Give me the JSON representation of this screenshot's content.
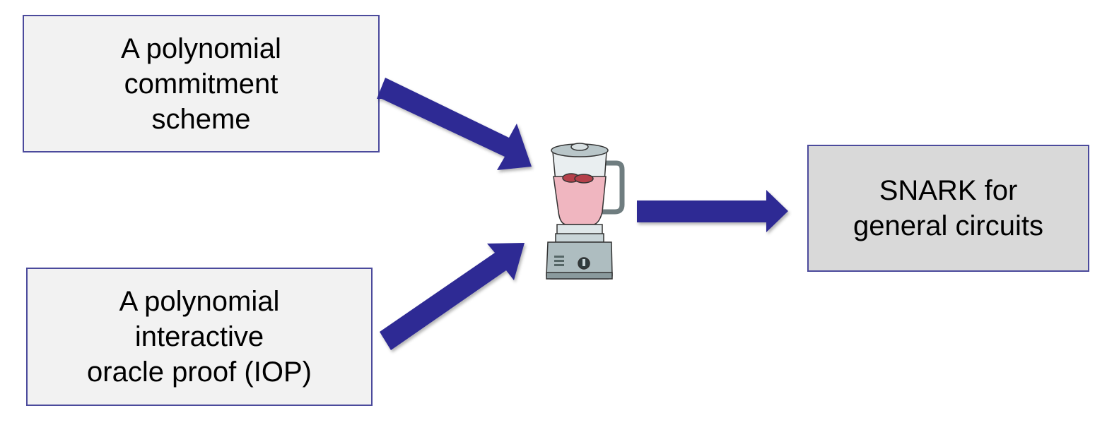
{
  "diagram": {
    "inputs": [
      {
        "lines": [
          "A polynomial",
          "commitment",
          "scheme"
        ]
      },
      {
        "lines": [
          "A polynomial",
          "interactive",
          "oracle proof (IOP)"
        ]
      }
    ],
    "combiner": {
      "icon": "blender-icon"
    },
    "output": {
      "lines": [
        "SNARK for",
        "general circuits"
      ]
    },
    "colors": {
      "arrow": "#2e2a94",
      "box_border": "#4b4a9c",
      "input_fill": "#f2f2f2",
      "output_fill": "#d9d9d9",
      "smoothie": "#f0b6c0"
    }
  }
}
